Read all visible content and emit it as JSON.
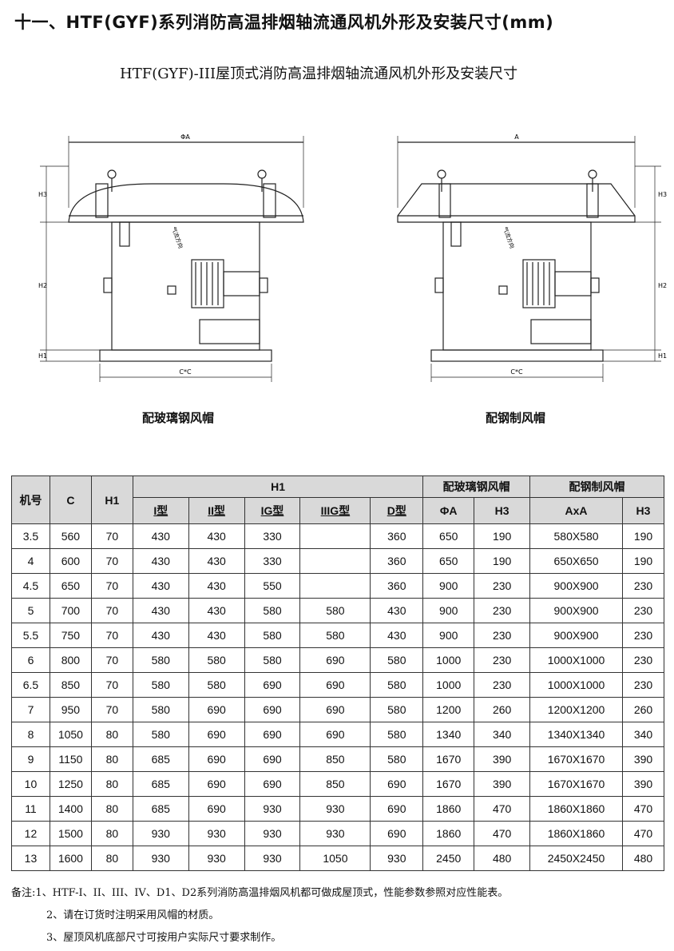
{
  "title": "十一、HTF(GYF)系列消防高温排烟轴流通风机外形及安装尺寸(mm)",
  "subtitle": "HTF(GYF)-III屋顶式消防高温排烟轴流通风机外形及安装尺寸",
  "drawings": {
    "left": {
      "caption": "配玻璃钢风帽",
      "dim_top": "ΦA",
      "dim_bottom": "C*C",
      "h3": "H3",
      "h2": "H2",
      "h1": "H1",
      "airflow": "气流方向"
    },
    "right": {
      "caption": "配钢制风帽",
      "dim_top": "A",
      "dim_bottom": "C*C",
      "h3": "H3",
      "h2": "H2",
      "h1": "H1",
      "airflow": "气流方向"
    }
  },
  "table": {
    "headers": {
      "model": "机号",
      "c": "C",
      "h1": "H1",
      "h1_group": "H1",
      "fiber_group": "配玻璃钢风帽",
      "steel_group": "配钢制风帽",
      "sub": [
        "I型",
        "II型",
        "IG型",
        "IIIG型",
        "D型",
        "ΦA",
        "H3",
        "AxA",
        "H3"
      ]
    },
    "rows": [
      [
        "3.5",
        "560",
        "70",
        "430",
        "430",
        "330",
        "",
        "360",
        "650",
        "190",
        "580X580",
        "190"
      ],
      [
        "4",
        "600",
        "70",
        "430",
        "430",
        "330",
        "",
        "360",
        "650",
        "190",
        "650X650",
        "190"
      ],
      [
        "4.5",
        "650",
        "70",
        "430",
        "430",
        "550",
        "",
        "360",
        "900",
        "230",
        "900X900",
        "230"
      ],
      [
        "5",
        "700",
        "70",
        "430",
        "430",
        "580",
        "580",
        "430",
        "900",
        "230",
        "900X900",
        "230"
      ],
      [
        "5.5",
        "750",
        "70",
        "430",
        "430",
        "580",
        "580",
        "430",
        "900",
        "230",
        "900X900",
        "230"
      ],
      [
        "6",
        "800",
        "70",
        "580",
        "580",
        "580",
        "690",
        "580",
        "1000",
        "230",
        "1000X1000",
        "230"
      ],
      [
        "6.5",
        "850",
        "70",
        "580",
        "580",
        "690",
        "690",
        "580",
        "1000",
        "230",
        "1000X1000",
        "230"
      ],
      [
        "7",
        "950",
        "70",
        "580",
        "690",
        "690",
        "690",
        "580",
        "1200",
        "260",
        "1200X1200",
        "260"
      ],
      [
        "8",
        "1050",
        "80",
        "580",
        "690",
        "690",
        "690",
        "580",
        "1340",
        "340",
        "1340X1340",
        "340"
      ],
      [
        "9",
        "1150",
        "80",
        "685",
        "690",
        "690",
        "850",
        "580",
        "1670",
        "390",
        "1670X1670",
        "390"
      ],
      [
        "10",
        "1250",
        "80",
        "685",
        "690",
        "690",
        "850",
        "690",
        "1670",
        "390",
        "1670X1670",
        "390"
      ],
      [
        "11",
        "1400",
        "80",
        "685",
        "690",
        "930",
        "930",
        "690",
        "1860",
        "470",
        "1860X1860",
        "470"
      ],
      [
        "12",
        "1500",
        "80",
        "930",
        "930",
        "930",
        "930",
        "690",
        "1860",
        "470",
        "1860X1860",
        "470"
      ],
      [
        "13",
        "1600",
        "80",
        "930",
        "930",
        "930",
        "1050",
        "930",
        "2450",
        "480",
        "2450X2450",
        "480"
      ]
    ]
  },
  "notes": [
    "备注:1、HTF-I、II、III、IV、D1、D2系列消防高温排烟风机都可做成屋顶式，性能参数参照对应性能表。",
    "2、请在订货时注明采用风帽的材质。",
    "3、屋顶风机底部尺寸可按用户实际尺寸要求制作。"
  ]
}
